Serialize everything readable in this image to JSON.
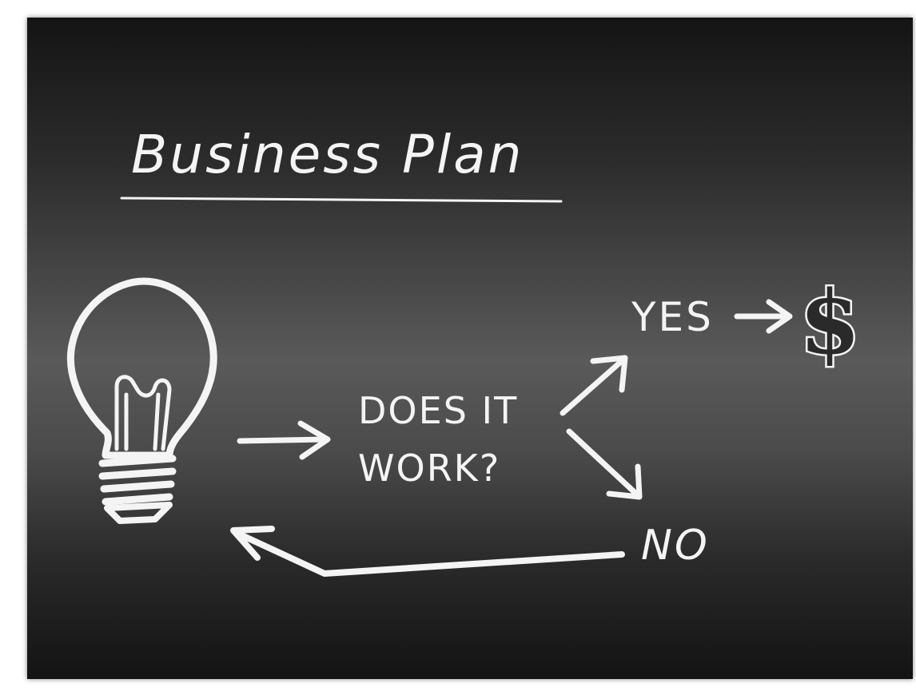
{
  "title": "Business Plan",
  "question": {
    "line1": "DOES IT",
    "line2": "WORK?"
  },
  "yes_label": "YES",
  "no_label": "NO",
  "result_symbol": "$",
  "icons": {
    "idea": "lightbulb-icon"
  },
  "colors": {
    "board_dark": "#141414",
    "board_light": "#5a5a5a",
    "chalk": "#f4f4f4"
  }
}
